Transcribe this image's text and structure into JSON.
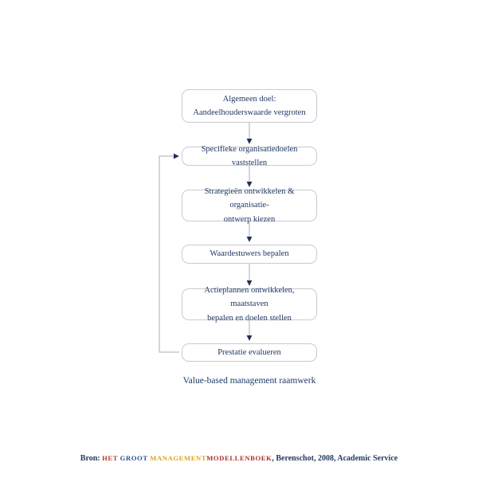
{
  "caption": "Value-based management raamwerk",
  "flowchart": {
    "nodes": [
      {
        "line1": "Algemeen doel:",
        "line2": "Aandeelhouderswaarde vergroten"
      },
      {
        "line1": "Specifieke organisatiedoelen vaststellen",
        "line2": ""
      },
      {
        "line1": "Strategieën ontwikkelen & organisatie-",
        "line2": "ontwerp kiezen"
      },
      {
        "line1": "Waardestuwers bepalen",
        "line2": ""
      },
      {
        "line1": "Actieplannen ontwikkelen, maatstaven",
        "line2": "bepalen en doelen stellen"
      },
      {
        "line1": "Prestatie evalueren",
        "line2": ""
      }
    ]
  },
  "footer": {
    "segments": [
      {
        "text": "Bron: ",
        "color": "#233a5e"
      },
      {
        "text": "HET ",
        "color": "#b03a30"
      },
      {
        "text": "GROOT ",
        "color": "#2d4d8e"
      },
      {
        "text": "MANAGEMENT",
        "color": "#d9a520"
      },
      {
        "text": "MODELLENBOEK",
        "color": "#a8322a"
      },
      {
        "text": ", Berenschot, 2008, Academic Service",
        "color": "#233a5e"
      }
    ]
  },
  "colors": {
    "node_border": "#c8cbd0",
    "node_text": "#1f3864",
    "connector_line": "#a9aeb6",
    "arrowhead": "#1e3355",
    "caption_text": "#1e3a66"
  }
}
